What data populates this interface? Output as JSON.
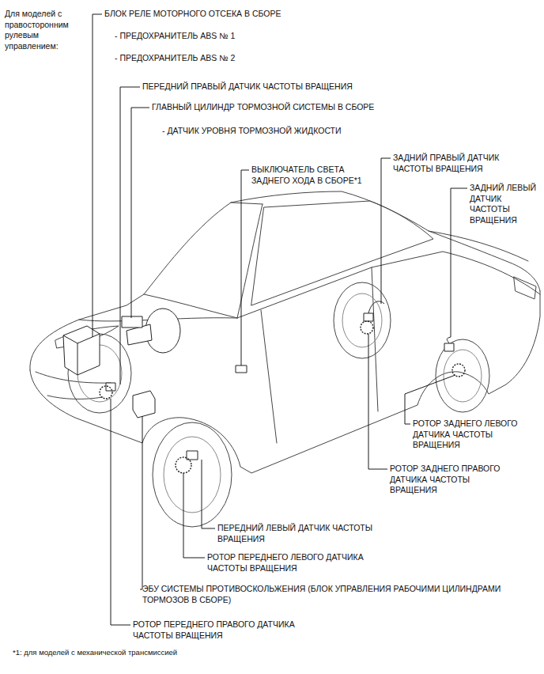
{
  "diagram": {
    "labels": [
      "Для моделей с правосторонним рулевым управлением:",
      "БЛОК РЕЛЕ МОТОРНОГО ОТСЕКА В СБОРЕ",
      "- ПРЕДОХРАНИТЕЛЬ ABS № 1",
      "- ПРЕДОХРАНИТЕЛЬ ABS № 2",
      "ПЕРЕДНИЙ ПРАВЫЙ ДАТЧИК ЧАСТОТЫ ВРАЩЕНИЯ",
      "ГЛАВНЫЙ ЦИЛИНДР ТОРМОЗНОЙ СИСТЕМЫ В СБОРЕ",
      "- ДАТЧИК УРОВНЯ ТОРМОЗНОЙ ЖИДКОСТИ",
      "ВЫКЛЮЧАТЕЛЬ СВЕТА ЗАДНЕГО ХОДА В СБОРЕ*1",
      "ЗАДНИЙ ПРАВЫЙ ДАТЧИК ЧАСТОТЫ ВРАЩЕНИЯ",
      "ЗАДНИЙ ЛЕВЫЙ ДАТЧИК ЧАСТОТЫ ВРАЩЕНИЯ",
      "РОТОР ЗАДНЕГО ЛЕВОГО ДАТЧИКА ЧАСТОТЫ ВРАЩЕНИЯ",
      "РОТОР ЗАДНЕГО ПРАВОГО ДАТЧИКА ЧАСТОТЫ ВРАЩЕНИЯ",
      "ПЕРЕДНИЙ ЛЕВЫЙ ДАТЧИК ЧАСТОТЫ ВРАЩЕНИЯ",
      "РОТОР ПЕРЕДНЕГО ЛЕВОГО ДАТЧИКА ЧАСТОТЫ ВРАЩЕНИЯ",
      "ЭБУ СИСТЕМЫ ПРОТИВОСКОЛЬЖЕНИЯ (БЛОК УПРАВЛЕНИЯ РАБОЧИМИ ЦИЛИНДРАМИ ТОРМОЗОВ В СБОРЕ)",
      "РОТОР ПЕРЕДНЕГО ПРАВОГО ДАТЧИКА ЧАСТОТЫ ВРАЩЕНИЯ",
      "*1: для моделей с механической трансмиссией"
    ]
  }
}
